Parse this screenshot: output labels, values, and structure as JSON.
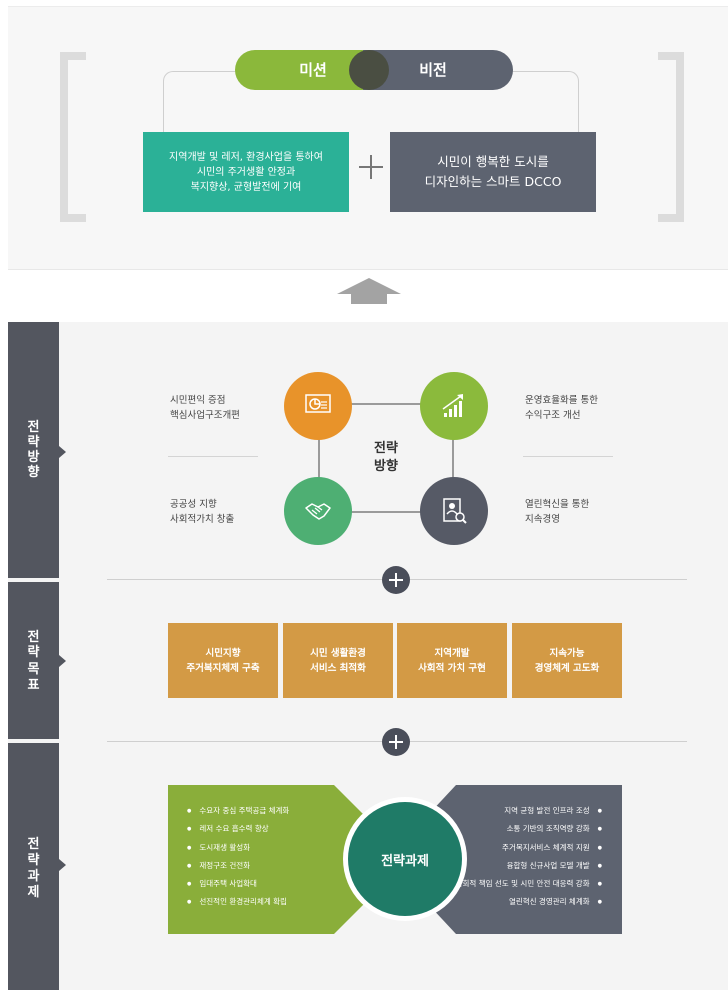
{
  "mission_vision": {
    "mission_label": "미션",
    "vision_label": "비전",
    "mission_text": [
      "지역개발 및 레저, 환경사업을 통하여",
      "시민의 주거생활 안정과",
      "복지향상, 균형발전에 기여"
    ],
    "vision_text": [
      "시민이 행복한 도시를",
      "디자인하는 스마트 DCCO"
    ]
  },
  "side_labels": {
    "direction": [
      "전",
      "략",
      "방",
      "향"
    ],
    "goal": [
      "전",
      "략",
      "목",
      "표"
    ],
    "task": [
      "전",
      "략",
      "과",
      "제"
    ]
  },
  "direction": {
    "center_title": [
      "전략",
      "방향"
    ],
    "items": [
      [
        "시민편익 증점",
        "핵심사업구조개편"
      ],
      [
        "운영효율화를 통한",
        "수익구조 개선"
      ],
      [
        "공공성 지향",
        "사회적가치 창출"
      ],
      [
        "열린혁신을 통한",
        "지속경영"
      ]
    ]
  },
  "goals": [
    [
      "시민지향",
      "주거복지체제 구축"
    ],
    [
      "시민 생활환경",
      "서비스 최적화"
    ],
    [
      "지역개발",
      "사회적 가치 구현"
    ],
    [
      "지속가능",
      "경영체계 고도화"
    ]
  ],
  "tasks": {
    "center_title": "전략과제",
    "left": [
      "수요자 중심 주택공급 체계화",
      "레저 수요 흡수력 향상",
      "도시재생 활성화",
      "재정구조 건전화",
      "임대주택 사업확대",
      "선진적인 환경관리체계 확립"
    ],
    "right": [
      "지역 균형 발전 인프라 조성",
      "소통 기반의 조직역량 강화",
      "주거복지서비스 체계적 지원",
      "융합형 신규사업 모델 개발",
      "사회적 책임 선도 및 시민 안전 대응력 강화",
      "열린혁신 경영관리 체계화"
    ]
  },
  "colors": {
    "mission_green": "#8bb83b",
    "vision_gray": "#5d6370",
    "teal": "#2bb197",
    "orange": "#e8932a",
    "lime": "#8bba3c",
    "green": "#4eaf73",
    "goal_gold": "#d39a45",
    "task_center": "#1f7b67"
  },
  "icons": [
    "presentation-chart-icon",
    "growth-chart-icon",
    "handshake-icon",
    "document-search-icon"
  ]
}
